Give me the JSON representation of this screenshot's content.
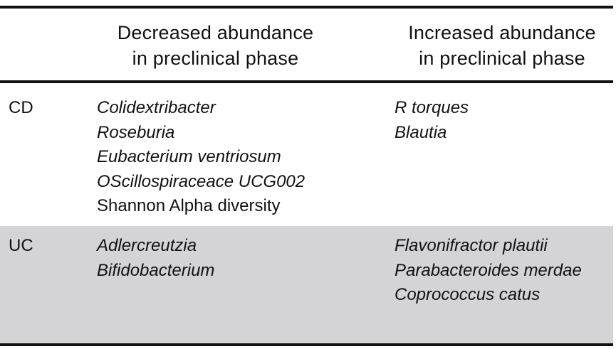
{
  "table": {
    "headers": [
      "",
      [
        "Decreased abundance",
        "in preclinical phase"
      ],
      [
        "Increased abundance",
        "in preclinical phase"
      ]
    ],
    "rows": [
      {
        "label": "CD",
        "decreased": [
          "Colidextribacter",
          "Roseburia",
          "Eubacterium ventriosum",
          "OScillospiraceace UCG002",
          "Shannon Alpha diversity"
        ],
        "increased": [
          "R torques",
          "Blautia"
        ]
      },
      {
        "label": "UC",
        "decreased": [
          "Adlercreutzia",
          "Bifidobacterium"
        ],
        "increased": [
          "Flavonifractor plautii",
          "Parabacteroides merdae",
          "Coprococcus catus"
        ]
      }
    ]
  }
}
